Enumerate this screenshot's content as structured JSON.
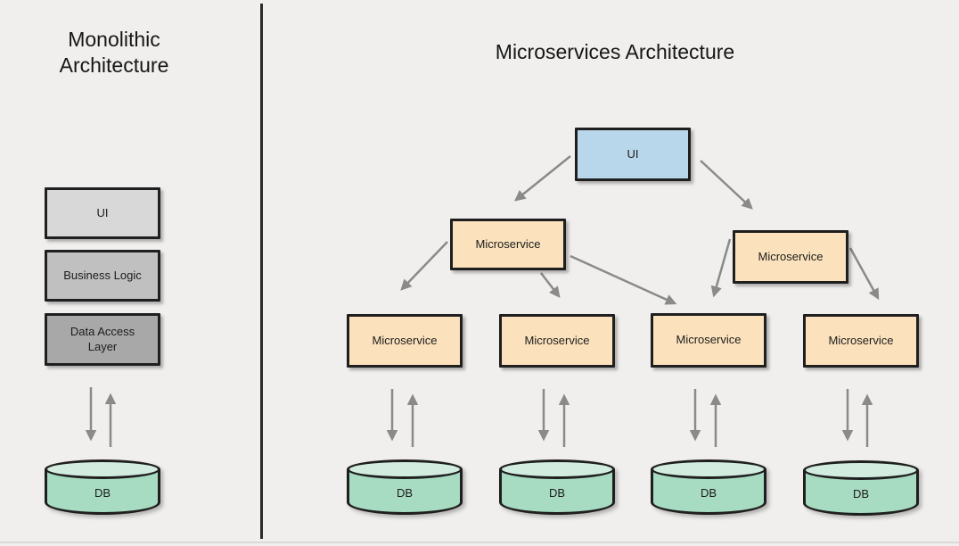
{
  "diagram": {
    "left_panel": {
      "title": "Monolithic Architecture",
      "layers": [
        {
          "label": "UI"
        },
        {
          "label": "Business Logic"
        },
        {
          "label": "Data Access Layer"
        }
      ],
      "database": {
        "label": "DB"
      }
    },
    "right_panel": {
      "title": "Microservices Architecture",
      "ui": {
        "label": "UI"
      },
      "level2": [
        {
          "label": "Microservice"
        },
        {
          "label": "Microservice"
        }
      ],
      "level3": [
        {
          "label": "Microservice"
        },
        {
          "label": "Microservice"
        },
        {
          "label": "Microservice"
        },
        {
          "label": "Microservice"
        }
      ],
      "databases": [
        {
          "label": "DB"
        },
        {
          "label": "DB"
        },
        {
          "label": "DB"
        },
        {
          "label": "DB"
        }
      ]
    },
    "colors": {
      "background": "#f0efed",
      "monolith_ui_fill": "#d8d8d8",
      "monolith_business_fill": "#c0c0c0",
      "monolith_data_fill": "#a8a8a8",
      "ui_fill": "#b8d7eb",
      "microservice_fill": "#fbe2bc",
      "db_fill": "#a8dcc2",
      "db_top_fill": "#d2ecdf",
      "border": "#1f1f1f",
      "arrow": "#8a8a8a",
      "divider": "#2b2b2b"
    }
  }
}
